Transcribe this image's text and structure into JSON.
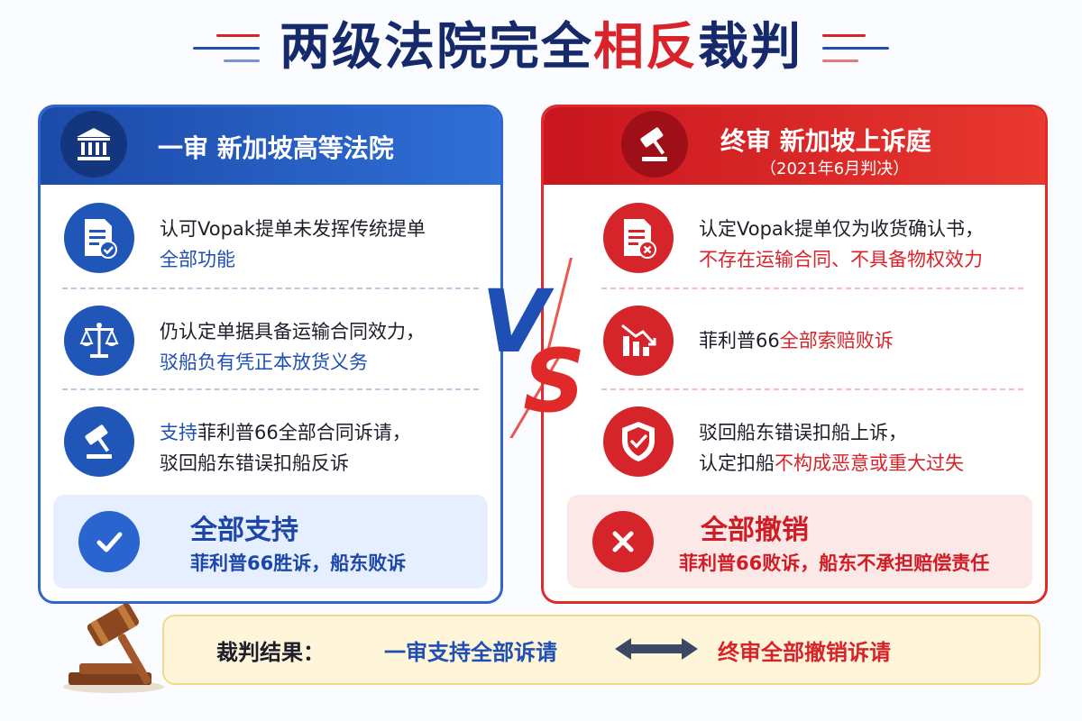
{
  "title": {
    "part1": "两级法院完全",
    "part2": "相反",
    "part3": "裁判"
  },
  "colors": {
    "blue": "#1f4fb5",
    "red": "#d8232a",
    "navy": "#16296b"
  },
  "left": {
    "icon": "courthouse-icon",
    "header": "一审 新加坡高等法院",
    "items": [
      {
        "icon": "document-check-icon",
        "line1": "认可Vopak提单未发挥传统提单",
        "line2": "全部功能"
      },
      {
        "icon": "scales-icon",
        "line1": "仍认定单据具备运输合同效力，",
        "line2": "驳船负有凭正本放货义务"
      },
      {
        "icon": "gavel-icon",
        "line1a": "支持",
        "line1b": "菲利普66全部合同诉请，",
        "line2": "驳回船东错误扣船反诉"
      }
    ],
    "result": {
      "icon": "check-icon",
      "title": "全部支持",
      "subtitle": "菲利普66胜诉，船东败诉"
    }
  },
  "right": {
    "icon": "gavel-icon",
    "header": "终审 新加坡上诉庭",
    "subheader": "（2021年6月判决）",
    "items": [
      {
        "icon": "document-cross-icon",
        "line1": "认定Vopak提单仅为收货确认书，",
        "line2": "不存在运输合同、不具备物权效力"
      },
      {
        "icon": "declining-chart-icon",
        "line1a": "菲利普66",
        "line1b": "全部索赔败诉"
      },
      {
        "icon": "shield-check-icon",
        "line1": "驳回船东错误扣船上诉，",
        "line2a": "认定扣船",
        "line2b": "不构成恶意或重大过失"
      }
    ],
    "result": {
      "icon": "cross-icon",
      "title": "全部撤销",
      "subtitle": "菲利普66败诉，船东不承担赔偿责任"
    }
  },
  "vs": {
    "v": "V",
    "s": "S"
  },
  "bottom": {
    "icon": "gavel-icon",
    "label": "裁判结果：",
    "first": "一审支持全部诉请",
    "arrow": "double-arrow-icon",
    "final": "终审全部撤销诉请"
  }
}
